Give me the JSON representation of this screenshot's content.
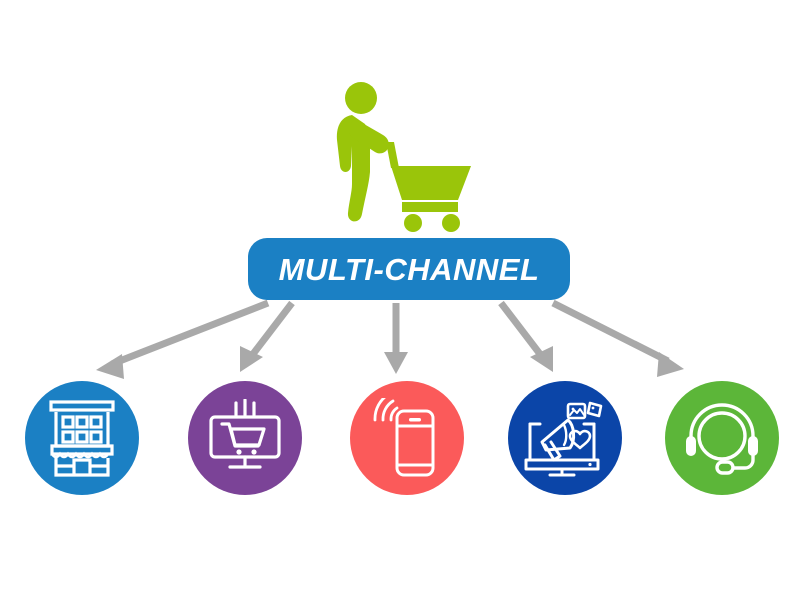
{
  "diagram": {
    "title": "MULTI-CHANNEL",
    "banner": {
      "label": "MULTI-CHANNEL",
      "background_color": "#1b80c4",
      "text_color": "#ffffff"
    },
    "top_icon": {
      "name": "shopper-with-cart-icon",
      "color": "#9ac50a"
    },
    "connector": {
      "name": "arrow-connector",
      "color": "#a9a9a9",
      "count": 5
    },
    "background_color": "#ffffff",
    "channels": [
      {
        "id": "retail-store",
        "icon_name": "store-building-icon",
        "color": "#1b80c4",
        "icon_color": "#ffffff"
      },
      {
        "id": "e-commerce",
        "icon_name": "desktop-shopping-cart-icon",
        "color": "#7b4397",
        "icon_color": "#ffffff"
      },
      {
        "id": "mobile",
        "icon_name": "smartphone-signal-icon",
        "color": "#fb5a5a",
        "icon_color": "#ffffff"
      },
      {
        "id": "social-media",
        "icon_name": "megaphone-social-monitor-icon",
        "color": "#0b45a8",
        "icon_color": "#ffffff"
      },
      {
        "id": "call-center",
        "icon_name": "headset-support-icon",
        "color": "#5cb639",
        "icon_color": "#ffffff"
      }
    ]
  }
}
